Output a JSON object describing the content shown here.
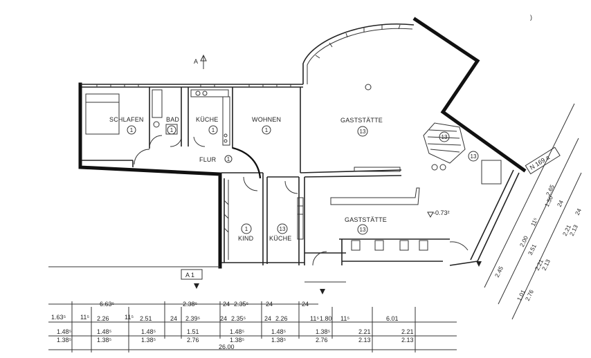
{
  "plan": {
    "rooms": {
      "schlafen": {
        "label": "SCHLAFEN",
        "num": "1"
      },
      "bad": {
        "label": "BAD",
        "num": "1"
      },
      "kueche1": {
        "label": "KÜCHE",
        "num": "1"
      },
      "wohnen": {
        "label": "WOHNEN",
        "num": "1"
      },
      "flur": {
        "label": "FLUR",
        "num": "1"
      },
      "kind": {
        "label": "KIND",
        "num": "1"
      },
      "kueche13": {
        "label": "KÜCHE",
        "num": "13"
      },
      "gast1": {
        "label": "GASTSTÄTTE",
        "num": "13"
      },
      "gast2": {
        "label": "GASTSTÄTTE",
        "num": "13"
      },
      "stair": {
        "num": "13"
      },
      "wc": {
        "num": "13"
      }
    },
    "level": "-0.73²",
    "north": "N 169 a",
    "section": "A 1",
    "section_top": "A",
    "bottom_dims": {
      "row1": [
        "6.63⁵",
        "2.38⁵",
        "24",
        "2.35⁵",
        "24",
        "24"
      ],
      "row2": [
        "1.63⁵",
        "11⁵",
        "2.26",
        "11⁵",
        "2.51",
        "24",
        "2.39⁵",
        "24",
        "2.35⁵",
        "24",
        "2.26",
        "11⁵",
        "1.80",
        "11⁵",
        "6.01"
      ],
      "row3a": [
        "1.48⁵",
        "1.48⁵",
        "1.48⁵",
        "1.51",
        "1.48⁵",
        "1.48⁵",
        "1.38⁵",
        "2.21",
        "2.21"
      ],
      "row3b": [
        "1.38⁵",
        "1.38⁵",
        "1.38⁵",
        "2.76",
        "1.38⁵",
        "1.38⁵",
        "2.76",
        "2.13",
        "2.13"
      ],
      "total": "26.00"
    },
    "right_dims": [
      "2.65",
      "1.50",
      "24",
      "2.21",
      "2.13",
      "3.51",
      "2.00",
      "11⁵",
      "2.45",
      "2.21",
      "2.13",
      "2.76",
      "1.01",
      "24"
    ]
  }
}
